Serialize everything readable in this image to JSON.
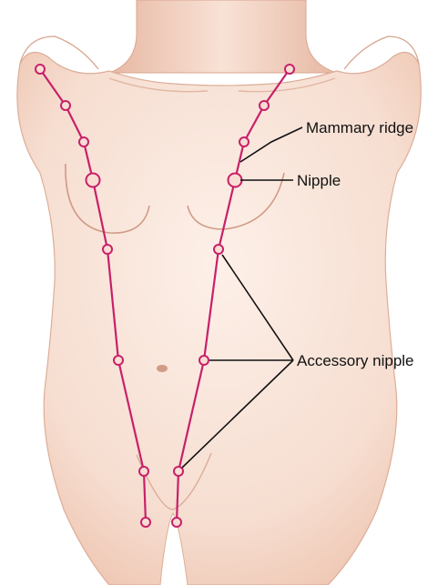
{
  "labels": {
    "mammary_ridge": "Mammary ridge",
    "nipple": "Nipple",
    "accessory_nipple": "Accessory nipple"
  },
  "colors": {
    "skin": "#f6ddd0",
    "skin_shadow": "#e8b9a4",
    "ridge_line": "#c8206a",
    "leader_line": "#111111"
  }
}
